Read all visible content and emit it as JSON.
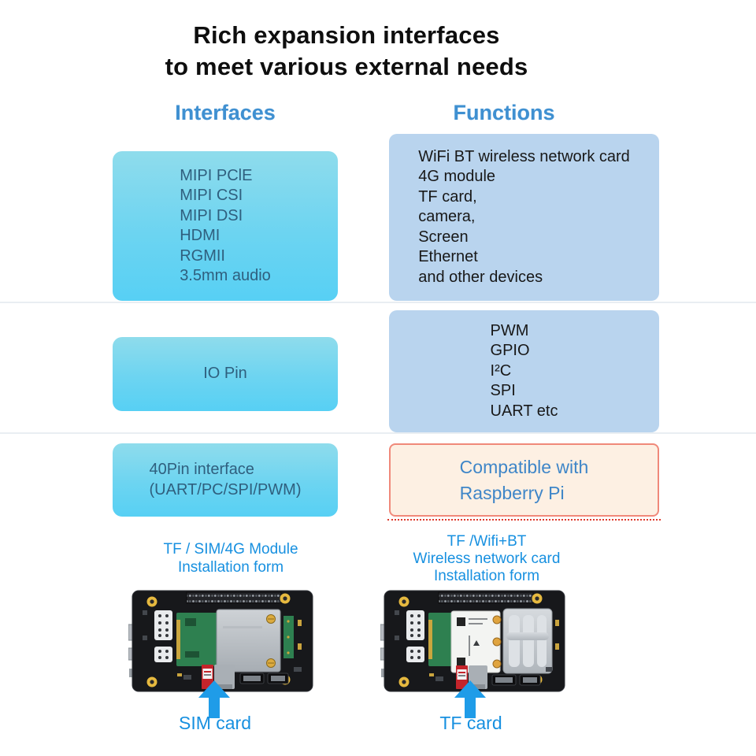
{
  "title": {
    "line1": "Rich expansion interfaces",
    "line2": "to meet various external needs"
  },
  "columns": {
    "interfaces_label": "Interfaces",
    "functions_label": "Functions"
  },
  "rows": [
    {
      "interface": {
        "lines": [
          "MIPI PClE",
          "MIPI CSI",
          "MIPI DSI",
          "HDMI",
          "RGMII",
          "3.5mm audio"
        ]
      },
      "function": {
        "lines": [
          "WiFi BT wireless network card",
          "4G module",
          "TF card,",
          "camera,",
          "Screen",
          "Ethernet",
          "and other devices"
        ]
      }
    },
    {
      "interface": {
        "lines": [
          "IO Pin"
        ]
      },
      "function": {
        "lines": [
          "PWM",
          "GPIO",
          "I²C",
          "SPI",
          "UART etc"
        ]
      }
    },
    {
      "interface": {
        "lines": [
          "40Pin interface",
          "(UART/PC/SPI/PWM)"
        ]
      },
      "function": {
        "lines": [
          "Compatible with",
          "Raspberry Pi"
        ],
        "highlighted": true
      }
    }
  ],
  "boards": [
    {
      "caption": {
        "lines": [
          "TF / SIM/4G Module",
          "Installation form"
        ]
      },
      "card_label": "SIM card",
      "photo_icon": "sim-4g-board-photo",
      "arrow_icon": "up-arrow-icon"
    },
    {
      "caption": {
        "lines": [
          "TF /Wifi+BT",
          "Wireless network card",
          "Installation form"
        ]
      },
      "card_label": "TF card",
      "photo_icon": "tf-wifi-board-photo",
      "arrow_icon": "up-arrow-icon"
    }
  ],
  "colors": {
    "accent_blue": "#1790e0",
    "header_blue": "#3f90d1",
    "cyan_box_top": "#8fdcec",
    "cyan_box_bottom": "#57d0f4",
    "cyan_box_text": "#2f5f7e",
    "light_blue_box": "#b9d4ee",
    "peach_box_bg": "#fdf0e3",
    "peach_box_border": "#f0897a",
    "compatible_text": "#3f86c8",
    "arrow_blue": "#1f9ce8"
  }
}
